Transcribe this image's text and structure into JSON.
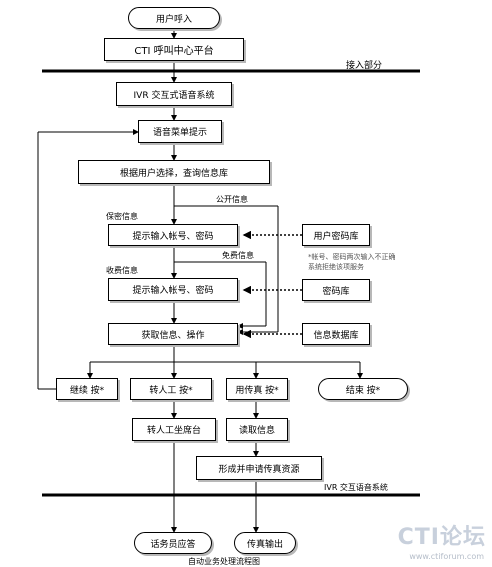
{
  "nodes": {
    "user_call": "用户呼入",
    "cti_platform": "CTI 呼叫中心平台",
    "ivr_system": "IVR 交互式语音系统",
    "voice_menu": "语音菜单提示",
    "query_db": "根据用户选择，查询信息库",
    "input_account_pwd": "提示输入帐号、密码",
    "input_pwd": "提示输入帐号、密码",
    "get_info": "获取信息、操作",
    "continue_key": "继续  按*",
    "transfer_key": "转人工  按*",
    "fax_key": "用传真  按*",
    "end_key": "结束  按*",
    "agent_desk": "转人工坐席台",
    "read_info": "读取信息",
    "fax_resource": "形成并申请传真资源",
    "agent_answer": "话务员应答",
    "fax_output": "传真输出",
    "user_pwd_db": "用户密码库",
    "pwd_db": "密码库",
    "info_db": "信息数据库"
  },
  "labels": {
    "access_part": "接入部分",
    "ivr_bottom": "IVR 交互语音系统",
    "secret_info": "保密信息",
    "public_info": "公开信息",
    "charge_info": "收费信息",
    "free_info": "免费信息",
    "note": "*帐号、密码两次输入不正确\n系统拒绝该项服务",
    "caption": "自动业务处理流程图"
  },
  "watermark": {
    "logo": "CTI论坛",
    "url": "www.ctiforum.com"
  }
}
